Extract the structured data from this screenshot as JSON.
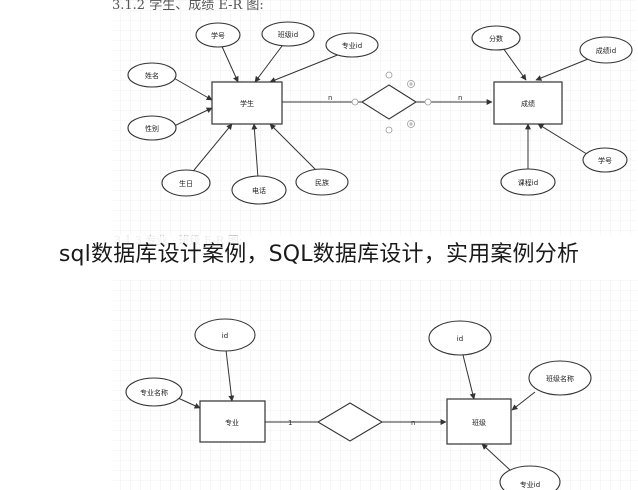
{
  "captions": {
    "top_partial": "3.1.2 学生、成绩 E-R 图:",
    "bottom_faint": "3.1.3 专业、班级 E-R 图:"
  },
  "headline": "sql数据库设计案例，SQL数据库设计，实用案例分析",
  "diagram1": {
    "entities": {
      "student": "学生",
      "score": "成绩"
    },
    "attributes": {
      "student_no": "学号",
      "class_id": "班级id",
      "major_id": "专业id",
      "name": "姓名",
      "gender": "性别",
      "birthday": "生日",
      "phone": "电话",
      "ethnicity": "民族",
      "score_value": "分数",
      "score_id": "成绩id",
      "course_id": "课程id",
      "score_student_no": "学号"
    },
    "cardinality": {
      "left": "n",
      "right": "n"
    }
  },
  "diagram2": {
    "entities": {
      "major": "专业",
      "class": "班级"
    },
    "attributes": {
      "major_id": "id",
      "major_name": "专业名称",
      "class_id": "id",
      "class_name": "班级名称",
      "class_major_id": "专业id"
    },
    "cardinality": {
      "left": "1",
      "right": "n"
    }
  }
}
